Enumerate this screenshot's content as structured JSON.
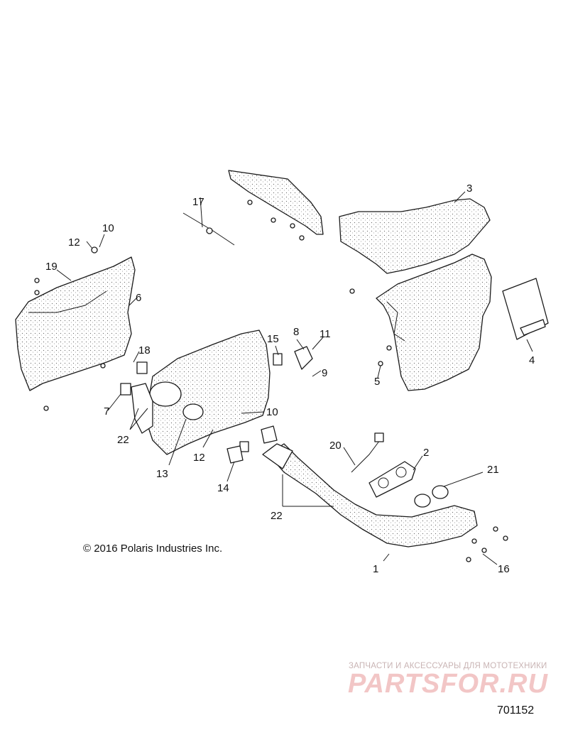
{
  "callouts": [
    {
      "id": "c1",
      "text": "1"
    },
    {
      "id": "c2",
      "text": "2"
    },
    {
      "id": "c3",
      "text": "3"
    },
    {
      "id": "c4",
      "text": "4"
    },
    {
      "id": "c5",
      "text": "5"
    },
    {
      "id": "c6",
      "text": "6"
    },
    {
      "id": "c7",
      "text": "7"
    },
    {
      "id": "c8",
      "text": "8"
    },
    {
      "id": "c9",
      "text": "9"
    },
    {
      "id": "c10a",
      "text": "10"
    },
    {
      "id": "c10b",
      "text": "10"
    },
    {
      "id": "c11",
      "text": "11"
    },
    {
      "id": "c12a",
      "text": "12"
    },
    {
      "id": "c12b",
      "text": "12"
    },
    {
      "id": "c13",
      "text": "13"
    },
    {
      "id": "c14",
      "text": "14"
    },
    {
      "id": "c15",
      "text": "15"
    },
    {
      "id": "c16",
      "text": "16"
    },
    {
      "id": "c17",
      "text": "17"
    },
    {
      "id": "c18",
      "text": "18"
    },
    {
      "id": "c19",
      "text": "19"
    },
    {
      "id": "c20",
      "text": "20"
    },
    {
      "id": "c21",
      "text": "21"
    },
    {
      "id": "c22a",
      "text": "22"
    },
    {
      "id": "c22b",
      "text": "22"
    }
  ],
  "copyright": "© 2016  Polaris Industries Inc.",
  "document_number": "701152",
  "watermark": {
    "tagline": "ЗАПЧАСТИ И АКСЕССУАРЫ ДЛЯ МОТОТЕХНИКИ",
    "logo": "PARTSFOR.RU"
  }
}
